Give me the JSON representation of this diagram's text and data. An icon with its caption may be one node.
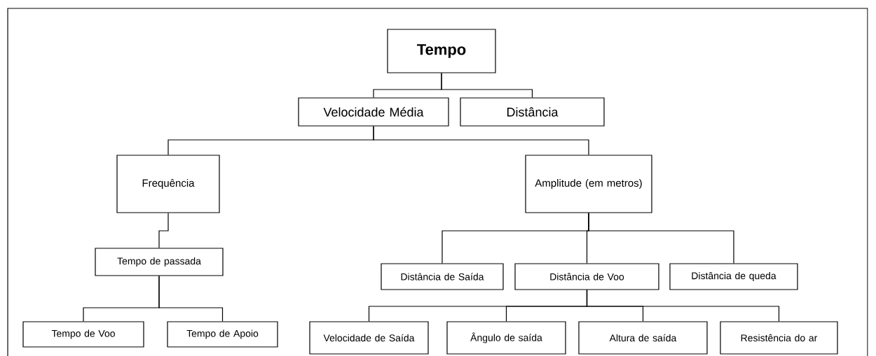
{
  "diagram": {
    "nodes": [
      {
        "text": [
          "Tempo"
        ]
      },
      {
        "text": [
          "Velocidade Média"
        ]
      },
      {
        "text": [
          "Distância"
        ]
      },
      {
        "text": [
          "Frequência"
        ]
      },
      {
        "text": [
          "Amplitude (em metros)"
        ]
      },
      {
        "text": [
          "Tempo de passada"
        ]
      },
      {
        "text": [
          "Distância de Saída"
        ]
      },
      {
        "text": [
          "Distância de Voo"
        ]
      },
      {
        "text": [
          "Distância de queda"
        ]
      },
      {
        "text": [
          "Tempo de Voo"
        ]
      },
      {
        "text": [
          "Tempo de Apoio"
        ]
      },
      {
        "text": [
          "Velocidade de Saída"
        ]
      },
      {
        "text": [
          "Ângulo de saída"
        ]
      },
      {
        "text": [
          "Altura de saída"
        ]
      },
      {
        "text": [
          "Resistência do ar"
        ]
      }
    ],
    "edges": [
      {
        "from": 0,
        "to": 1,
        "arrow": "none"
      },
      {
        "from": 0,
        "to": 2,
        "arrow": "none"
      },
      {
        "from": 1,
        "to": 3,
        "arrow": "none"
      },
      {
        "from": 1,
        "to": 4,
        "arrow": "none"
      },
      {
        "from": 3,
        "to": 5,
        "arrow": "none"
      },
      {
        "from": 5,
        "to": 9,
        "arrow": "none"
      },
      {
        "from": 5,
        "to": 10,
        "arrow": "none"
      },
      {
        "from": 4,
        "to": 6,
        "arrow": "none"
      },
      {
        "from": 4,
        "to": 7,
        "arrow": "none"
      },
      {
        "from": 4,
        "to": 8,
        "arrow": "none"
      },
      {
        "from": 7,
        "to": 11,
        "arrow": "none"
      },
      {
        "from": 7,
        "to": 12,
        "arrow": "none"
      },
      {
        "from": 7,
        "to": 13,
        "arrow": "none"
      },
      {
        "from": 7,
        "to": 14,
        "arrow": "none"
      }
    ]
  }
}
